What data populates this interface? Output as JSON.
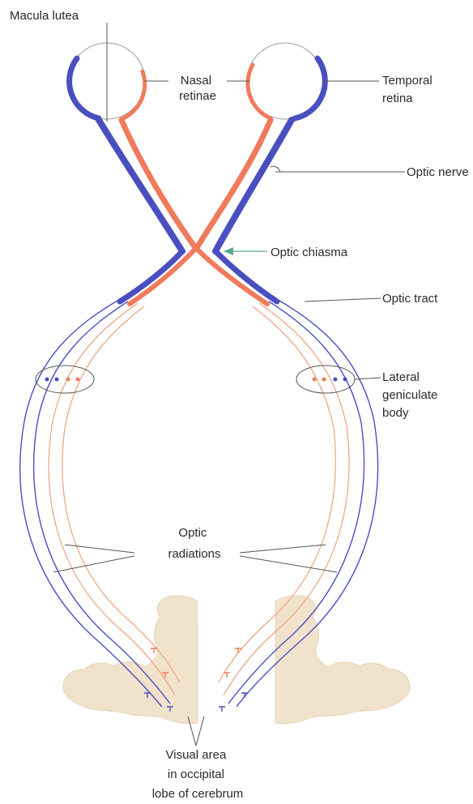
{
  "labels": {
    "macula_lutea": "Macula lutea",
    "nasal_retinae": [
      "Nasal",
      "retinae"
    ],
    "temporal_retina": [
      "Temporal",
      "retina"
    ],
    "optic_nerve": "Optic nerve",
    "optic_chiasma": "Optic chiasma",
    "optic_tract": "Optic tract",
    "lateral_geniculate_body": [
      "Lateral",
      "geniculate",
      "body"
    ],
    "optic_radiations": [
      "Optic",
      "radiations"
    ],
    "visual_area": [
      "Visual area",
      "in occipital",
      "lobe of cerebrum"
    ]
  },
  "colors": {
    "temporal_pathway": "#4a4fc0",
    "nasal_pathway": "#f07a5c",
    "cortex_fill": "#f1e2cc",
    "leader_line": "#555555",
    "chiasma_arrow": "#5aa890"
  }
}
